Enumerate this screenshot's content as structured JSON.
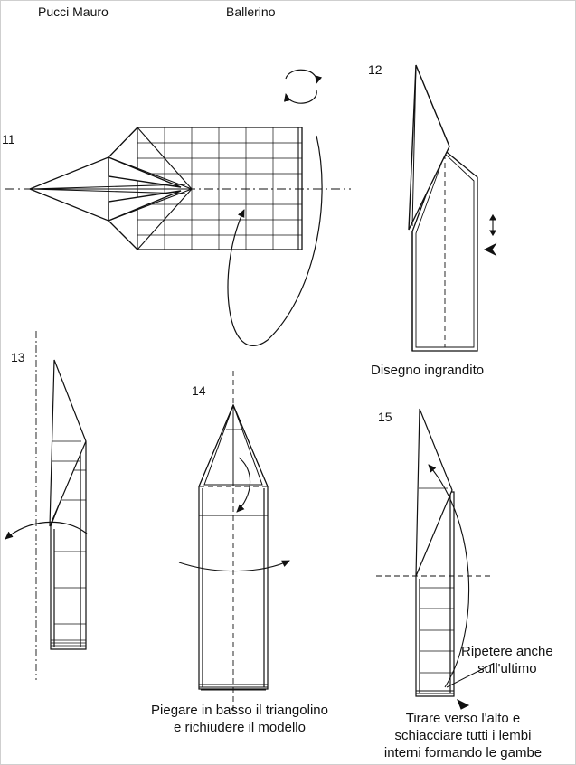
{
  "header": {
    "author": "Pucci Mauro",
    "title": "Ballerino"
  },
  "steps": [
    {
      "number": "11"
    },
    {
      "number": "12",
      "caption": "Disegno ingrandito"
    },
    {
      "number": "13"
    },
    {
      "number": "14",
      "caption_lines": [
        "Piegare in basso il triangolino",
        "e richiudere il modello"
      ]
    },
    {
      "number": "15",
      "note_lines": [
        "Ripetere anche",
        "sull'ultimo"
      ],
      "caption_lines": [
        "Tirare verso l'alto e",
        "schiacciare tutti i lembi",
        "interni formando le gambe"
      ]
    }
  ],
  "icons": [
    "turn-over-icon",
    "arrow-icon"
  ],
  "colors": {
    "line": "#111111",
    "background": "#ffffff"
  }
}
